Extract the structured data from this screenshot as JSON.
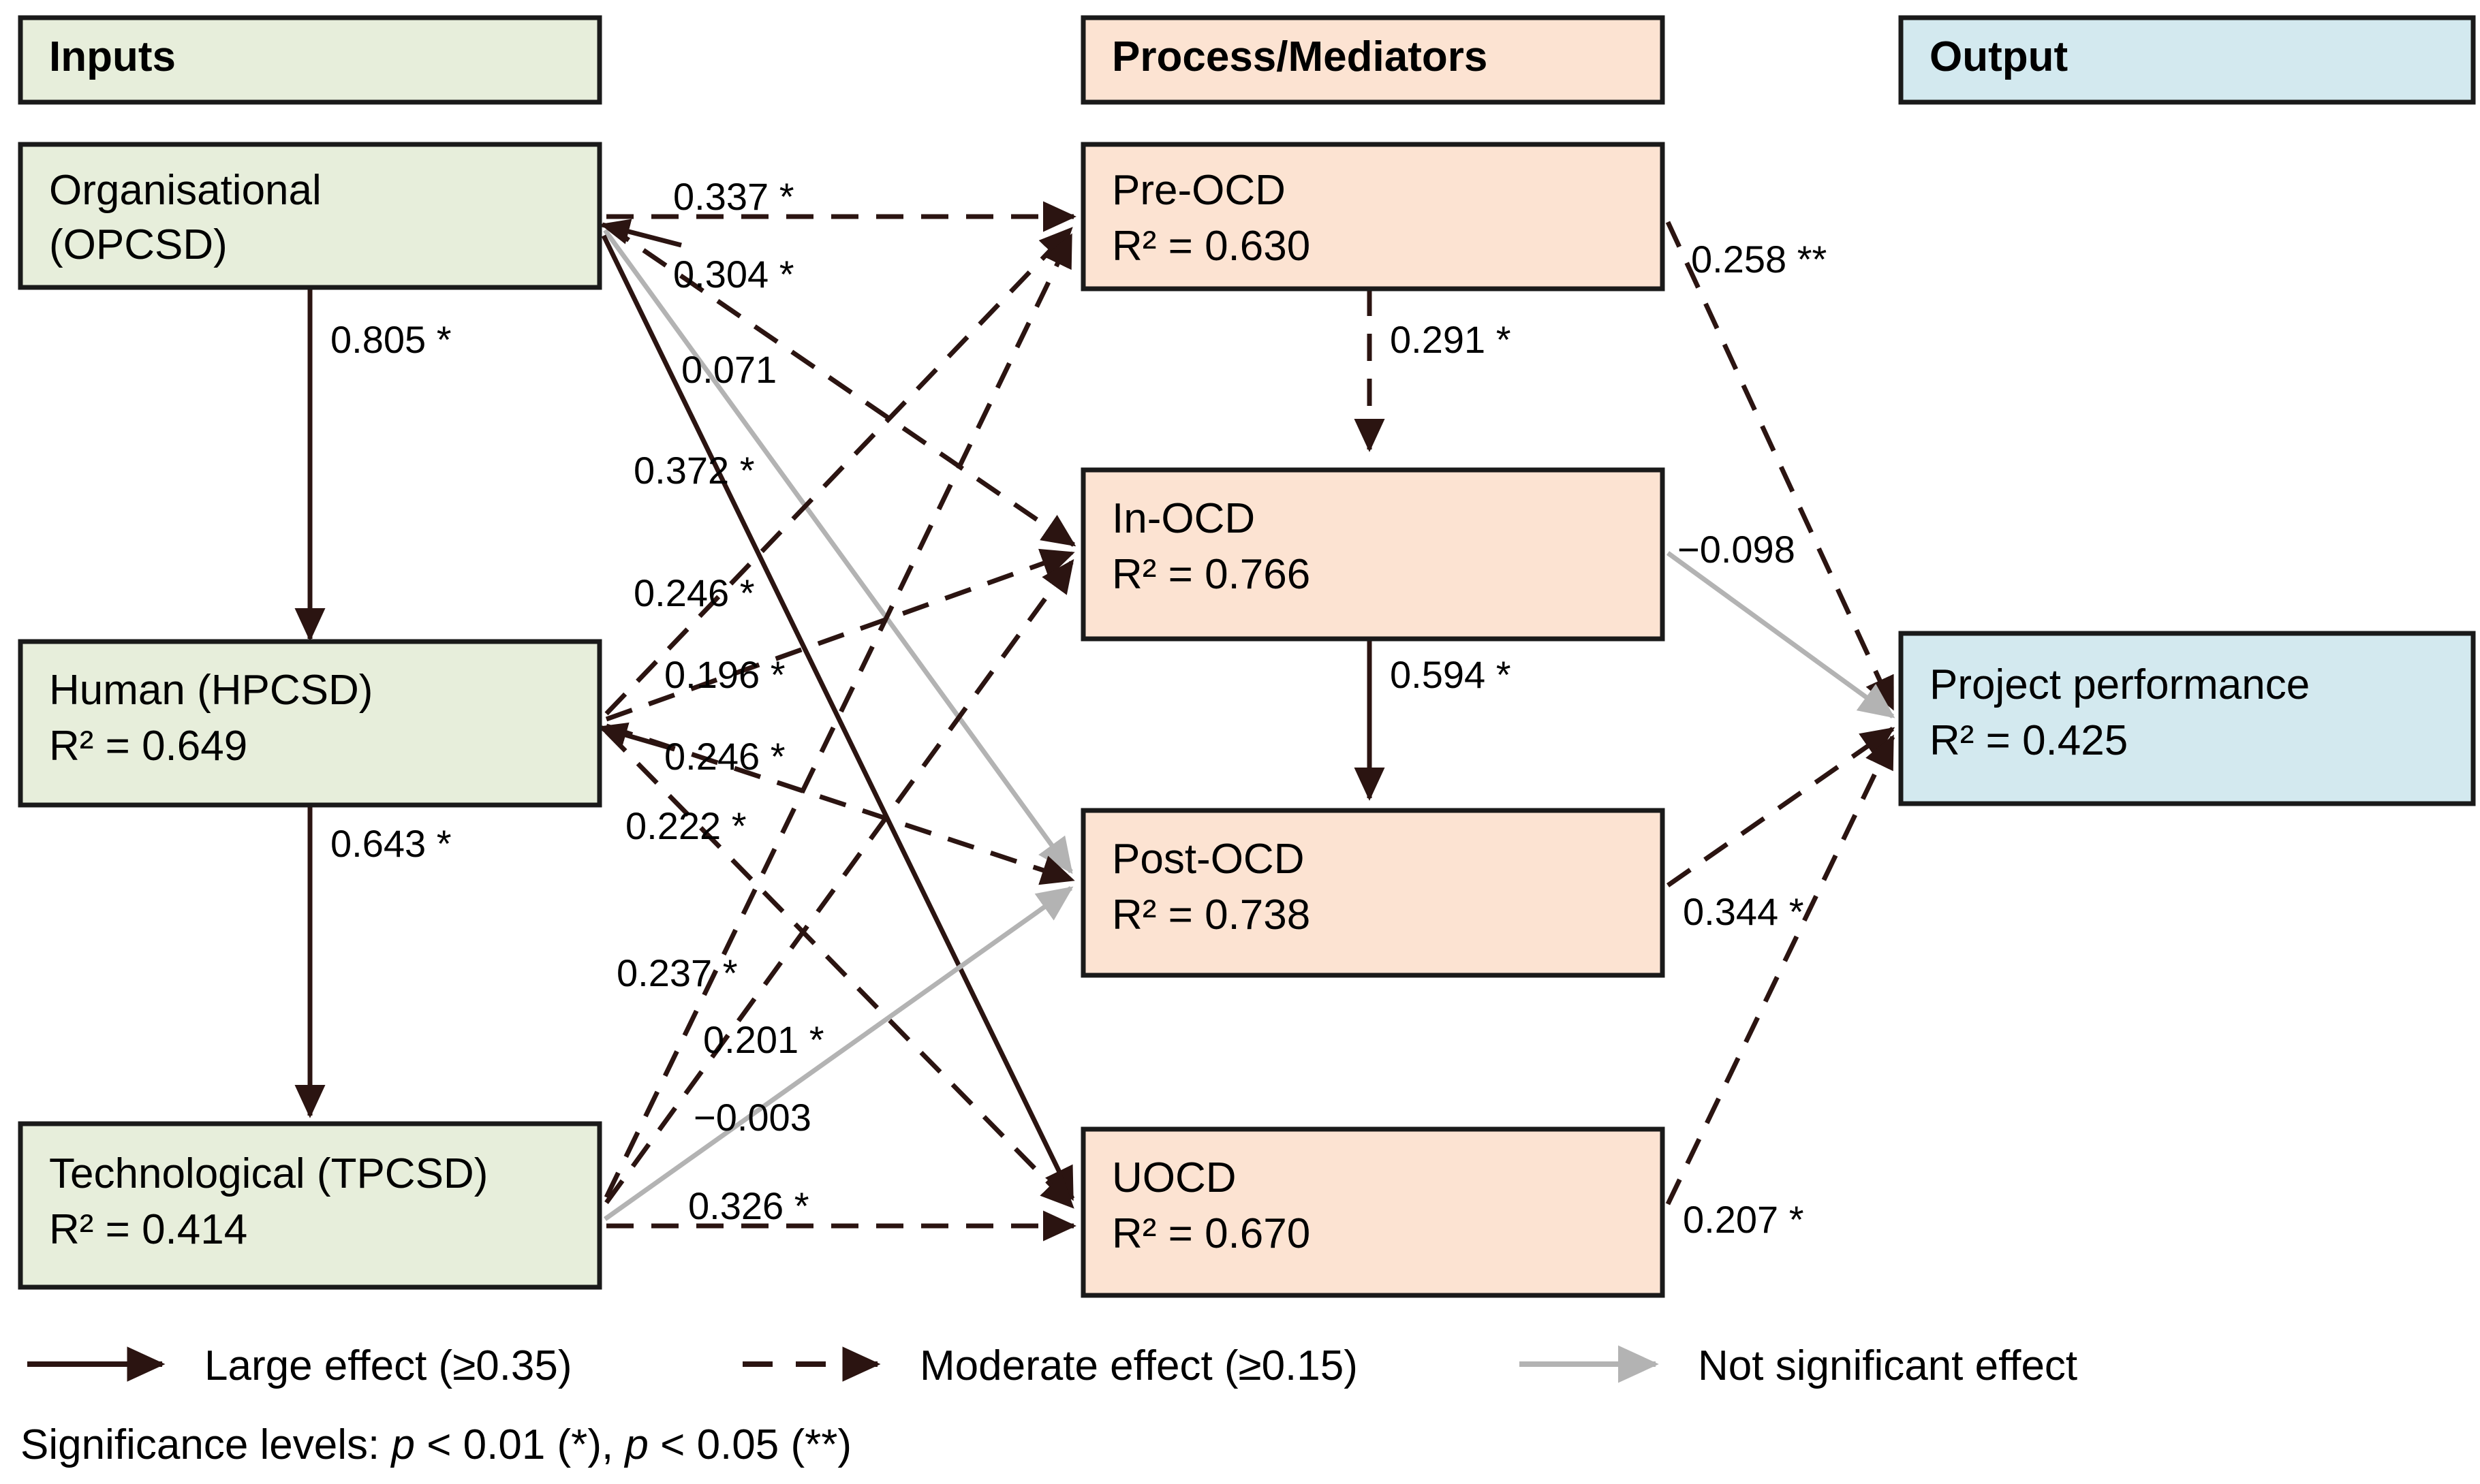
{
  "colors": {
    "input_fill": "#e7eedb",
    "input_stroke": "#1a1a1a",
    "process_fill": "#fce3d2",
    "process_stroke": "#1a1a1a",
    "output_fill": "#d3e9ef",
    "output_stroke": "#1a1a1a",
    "large_effect": "#2b1411",
    "moderate_effect": "#2b1411",
    "not_significant": "#b3b3b3",
    "text": "#000000"
  },
  "columns": {
    "inputs_header": "Inputs",
    "process_header": "Process/Mediators",
    "output_header": "Output"
  },
  "nodes": {
    "opcsd": {
      "line1": "Organisational",
      "line2": "(OPCSD)"
    },
    "hpcsd": {
      "line1": "Human (HPCSD)",
      "line2": "R² = 0.649"
    },
    "tpcsd": {
      "line1": "Technological (TPCSD)",
      "line2": "R² = 0.414"
    },
    "pre_ocd": {
      "line1": "Pre-OCD",
      "line2": "R² = 0.630"
    },
    "in_ocd": {
      "line1": "In-OCD",
      "line2": "R² = 0.766"
    },
    "post_ocd": {
      "line1": "Post-OCD",
      "line2": "R² = 0.738"
    },
    "uocd": {
      "line1": "UOCD",
      "line2": "R² = 0.670"
    },
    "project": {
      "line1": "Project performance",
      "line2": "R² = 0.425"
    }
  },
  "edge_labels": {
    "opcsd_hpcsd": "0.805 *",
    "hpcsd_tpcsd": "0.643 *",
    "e_0337": "0.337 *",
    "e_0304": "0.304 *",
    "e_0071": "0.071",
    "e_0372": "0.372 *",
    "e_0246a": "0.246 *",
    "e_0196": "0.196 *",
    "e_0246b": "0.246 *",
    "e_0222": "0.222 *",
    "e_0237": "0.237 *",
    "e_0201": "0.201 *",
    "e_m0003": "−0.003",
    "e_0326": "0.326 *",
    "pre_in": "0.291 *",
    "in_post": "0.594 *",
    "pre_proj": "0.258 **",
    "in_proj": "−0.098",
    "post_proj": "0.344 *",
    "uocd_proj": "0.207 *"
  },
  "legend": {
    "large": "Large effect (≥0.35)",
    "moderate": "Moderate effect (≥0.15)",
    "not_significant": "Not significant effect",
    "significance_prefix": "Significance levels: ",
    "significance_p1": "p",
    "significance_mid1": " < 0.01 (*), ",
    "significance_p2": "p",
    "significance_mid2": " < 0.05 (**)"
  },
  "chart_data": {
    "type": "diagram",
    "title": "Structural model of OCSD inputs, OCD process mediators and project performance",
    "node_r_squared": {
      "Human (HPCSD)": 0.649,
      "Technological (TPCSD)": 0.414,
      "Pre-OCD": 0.63,
      "In-OCD": 0.766,
      "Post-OCD": 0.738,
      "UOCD": 0.67,
      "Project performance": 0.425
    },
    "paths": [
      {
        "from": "Organisational (OPCSD)",
        "to": "Human (HPCSD)",
        "coefficient": 0.805,
        "significance": "*",
        "effect": "large"
      },
      {
        "from": "Human (HPCSD)",
        "to": "Technological (TPCSD)",
        "coefficient": 0.643,
        "significance": "*",
        "effect": "large"
      },
      {
        "from": "Organisational (OPCSD)",
        "to": "Pre-OCD",
        "coefficient": 0.337,
        "significance": "*",
        "effect": "moderate"
      },
      {
        "from": "Organisational (OPCSD)",
        "to": "In-OCD",
        "coefficient": 0.304,
        "significance": "*",
        "effect": "moderate"
      },
      {
        "from": "Organisational (OPCSD)",
        "to": "Post-OCD",
        "coefficient": 0.071,
        "significance": "",
        "effect": "not_significant"
      },
      {
        "from": "Organisational (OPCSD)",
        "to": "UOCD",
        "coefficient": 0.372,
        "significance": "*",
        "effect": "large"
      },
      {
        "from": "Human (HPCSD)",
        "to": "Pre-OCD",
        "coefficient": 0.246,
        "significance": "*",
        "effect": "moderate"
      },
      {
        "from": "Human (HPCSD)",
        "to": "In-OCD",
        "coefficient": 0.196,
        "significance": "*",
        "effect": "moderate"
      },
      {
        "from": "Human (HPCSD)",
        "to": "Post-OCD",
        "coefficient": 0.246,
        "significance": "*",
        "effect": "moderate"
      },
      {
        "from": "Human (HPCSD)",
        "to": "UOCD",
        "coefficient": 0.222,
        "significance": "*",
        "effect": "moderate"
      },
      {
        "from": "Technological (TPCSD)",
        "to": "Pre-OCD",
        "coefficient": 0.237,
        "significance": "*",
        "effect": "moderate"
      },
      {
        "from": "Technological (TPCSD)",
        "to": "In-OCD",
        "coefficient": 0.201,
        "significance": "*",
        "effect": "moderate"
      },
      {
        "from": "Technological (TPCSD)",
        "to": "Post-OCD",
        "coefficient": -0.003,
        "significance": "",
        "effect": "not_significant"
      },
      {
        "from": "Technological (TPCSD)",
        "to": "UOCD",
        "coefficient": 0.326,
        "significance": "*",
        "effect": "moderate"
      },
      {
        "from": "Pre-OCD",
        "to": "In-OCD",
        "coefficient": 0.291,
        "significance": "*",
        "effect": "moderate"
      },
      {
        "from": "In-OCD",
        "to": "Post-OCD",
        "coefficient": 0.594,
        "significance": "*",
        "effect": "large"
      },
      {
        "from": "Pre-OCD",
        "to": "Project performance",
        "coefficient": 0.258,
        "significance": "**",
        "effect": "moderate"
      },
      {
        "from": "In-OCD",
        "to": "Project performance",
        "coefficient": -0.098,
        "significance": "",
        "effect": "not_significant"
      },
      {
        "from": "Post-OCD",
        "to": "Project performance",
        "coefficient": 0.344,
        "significance": "*",
        "effect": "moderate"
      },
      {
        "from": "UOCD",
        "to": "Project performance",
        "coefficient": 0.207,
        "significance": "*",
        "effect": "moderate"
      }
    ],
    "legend_entries": [
      "Large effect (≥0.35)",
      "Moderate effect (≥0.15)",
      "Not significant effect"
    ],
    "significance_note": "Significance levels: p < 0.01 (*), p < 0.05 (**)"
  }
}
